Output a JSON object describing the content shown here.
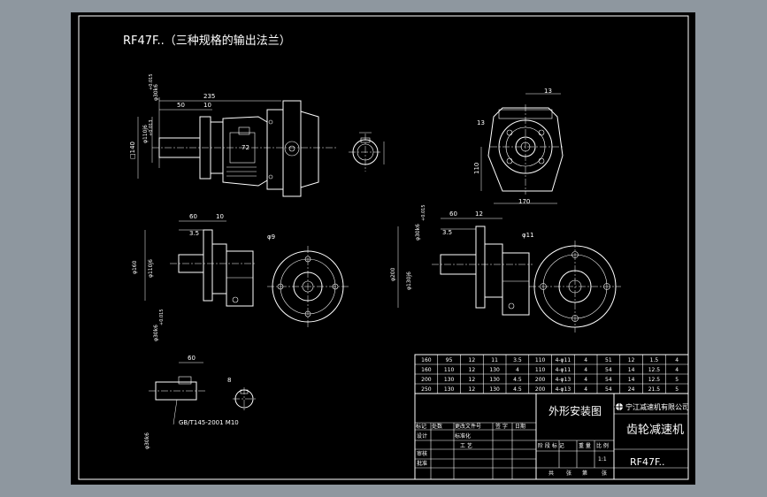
{
  "drawing": {
    "title": "RF47F..（三种规格的输出法兰）"
  },
  "views": {
    "main": {
      "dims": [
        "235",
        "50",
        "10",
        "72",
        "□140"
      ],
      "shaft_tol": [
        "φ30k6",
        "+0.015",
        "+0.002"
      ],
      "flange_tol": [
        "φ110j6",
        "+0.013",
        "-0.009"
      ]
    },
    "side": {
      "dims": [
        "170",
        "110",
        "13"
      ]
    },
    "flange_a": {
      "dims": [
        "60",
        "10",
        "3.5",
        "φ160",
        "φ9"
      ],
      "tol_a": [
        "φ110j6",
        "+0.013",
        "-0.009"
      ],
      "tol_b": [
        "φ30k6",
        "+0.015",
        "+0.002"
      ]
    },
    "flange_b": {
      "dims": [
        "60",
        "12",
        "3.5",
        "φ200",
        "φ11"
      ],
      "tol_a": [
        "φ30k6",
        "+0.015",
        "+0.002"
      ],
      "tol_b": [
        "φ130j6",
        "+0.014",
        "-0.011"
      ]
    },
    "key_detail": {
      "dims": [
        "60",
        "8"
      ],
      "note": "GB/T145-2001 M10",
      "tol": [
        "φ30k6",
        "+0.015",
        "+0.002"
      ]
    }
  },
  "spec_table": {
    "rows": [
      [
        "160",
        "95",
        "12",
        "11",
        "3.5",
        "110",
        "4-φ11",
        "4",
        "51",
        "12",
        "1.5",
        "4"
      ],
      [
        "160",
        "110",
        "12",
        "130",
        "4",
        "110",
        "4-φ11",
        "4",
        "54",
        "14",
        "12.5",
        "4"
      ],
      [
        "200",
        "130",
        "12",
        "130",
        "4.5",
        "200",
        "4-φ13",
        "4",
        "54",
        "14",
        "12.5",
        "5"
      ],
      [
        "250",
        "130",
        "12",
        "130",
        "4.5",
        "200",
        "4-φ13",
        "4",
        "54",
        "24",
        "21.5",
        "5"
      ]
    ]
  },
  "title_block": {
    "drawing_name": "外形安装图",
    "company": "宁江减速机有限公司",
    "product": "齿轮减速机",
    "model": "RF47F..",
    "scale": "1:1",
    "fields": {
      "mark": "标记",
      "count": "处数",
      "revision_doc": "更改文件号",
      "signature": "签 字",
      "date": "日期",
      "design": "设计",
      "standardization": "标准化",
      "check": "审核",
      "process": "工 艺",
      "approve": "批准",
      "stage_mark": "阶 段 标 记",
      "weight": "重 量",
      "scale_label": "比 例",
      "total": "共",
      "sheets": "张",
      "sheet_no": "第",
      "sheet_unit": "张"
    }
  }
}
